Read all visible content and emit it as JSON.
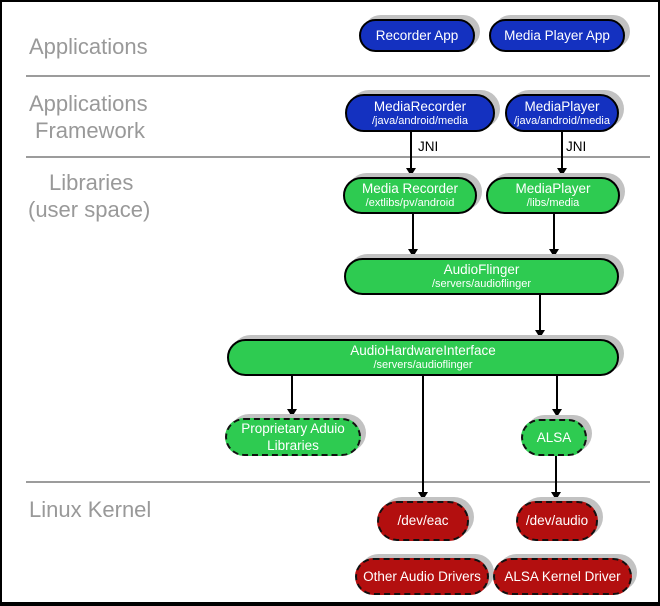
{
  "layers": {
    "applications": "Applications",
    "framework": [
      "Applications",
      "Framework"
    ],
    "libraries": [
      "Libraries",
      "(user space)"
    ],
    "kernel": "Linux Kernel"
  },
  "nodes": {
    "recorder_app": {
      "title": "Recorder App"
    },
    "media_player_app": {
      "title": "Media Player App"
    },
    "media_recorder_framework": {
      "title": "MediaRecorder",
      "subtitle": "/java/android/media"
    },
    "media_player_framework": {
      "title": "MediaPlayer",
      "subtitle": "/java/android/media"
    },
    "media_recorder_library": {
      "title": "Media Recorder",
      "subtitle": "/extlibs/pv/android"
    },
    "media_player_library": {
      "title": "MediaPlayer",
      "subtitle": "/libs/media"
    },
    "audioflinger": {
      "title": "AudioFlinger",
      "subtitle": "/servers/audioflinger"
    },
    "audio_hardware_interface": {
      "title": "AudioHardwareInterface",
      "subtitle": "/servers/audioflinger"
    },
    "proprietary_audio_libraries": {
      "title": "Proprietary Aduio Libraries"
    },
    "alsa": {
      "title": "ALSA"
    },
    "dev_eac": {
      "title": "/dev/eac"
    },
    "dev_audio": {
      "title": "/dev/audio"
    },
    "other_audio_drivers": {
      "title": "Other Audio Drivers"
    },
    "alsa_kernel_driver": {
      "title": "ALSA Kernel Driver"
    }
  },
  "annotations": {
    "jni_left": "JNI",
    "jni_right": "JNI"
  },
  "colors": {
    "app_blue": "#1431c0",
    "lib_green": "#2ecb51",
    "kernel_red": "#b30f0f",
    "label_gray": "#999999",
    "line_gray": "#9c9c9c",
    "shadow_gray": "#c2c2c2",
    "arrow_black": "#000000"
  }
}
